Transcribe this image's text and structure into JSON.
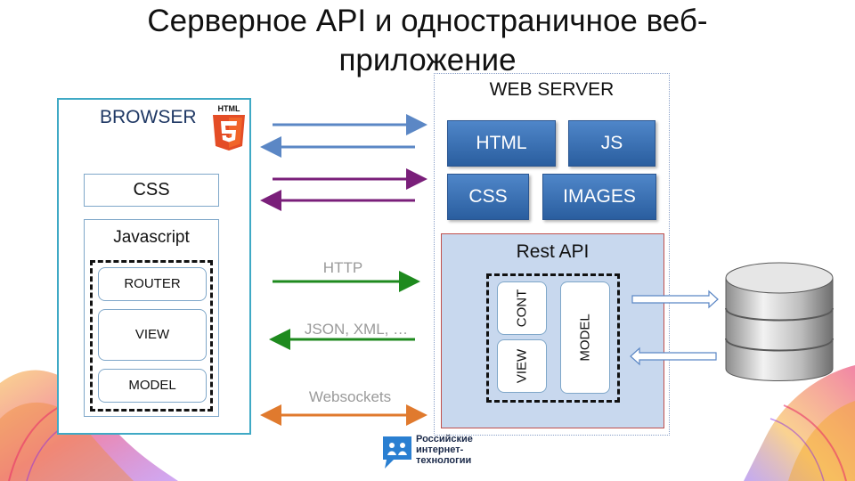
{
  "title": "Серверное API и одностраничное веб-приложение",
  "title_lines": [
    "Серверное API и одностраничное веб-",
    "приложение"
  ],
  "browser": {
    "label": "BROWSER",
    "html5_badge": "HTML",
    "css": "CSS",
    "javascript": {
      "label": "Javascript",
      "items": [
        "ROUTER",
        "VIEW",
        "MODEL"
      ]
    }
  },
  "server": {
    "label": "WEB SERVER",
    "tiles": [
      "HTML",
      "JS",
      "CSS",
      "IMAGES"
    ],
    "rest_api": {
      "label": "Rest API",
      "items": [
        "CONT",
        "VIEW",
        "MODEL"
      ]
    }
  },
  "arrows": {
    "http": "HTTP",
    "json": "JSON, XML, …",
    "websockets": "Websockets"
  },
  "logo": {
    "lines": [
      "Российские",
      "интернет-",
      "технологии"
    ]
  },
  "colors": {
    "arrow_blue": "#5b87c5",
    "arrow_purple": "#7a1f7a",
    "arrow_green": "#1e8a1e",
    "arrow_orange": "#e07a2e",
    "tile_blue": "#3a6fb5",
    "rest_fill": "#c8d8ee",
    "html5_orange": "#e44d26"
  },
  "icons": [
    "html5-icon",
    "database-icon",
    "rit-logo-icon"
  ]
}
